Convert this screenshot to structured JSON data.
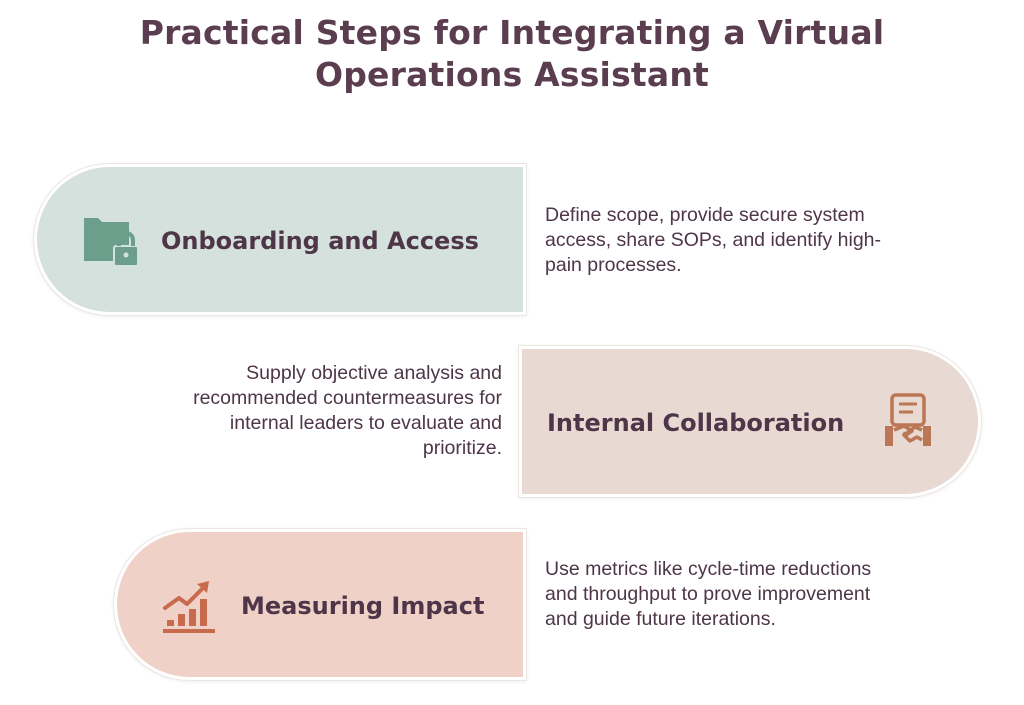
{
  "title": "Practical Steps for Integrating a Virtual Operations Assistant",
  "steps": [
    {
      "label": "Onboarding and Access",
      "description": "Define scope, provide secure system access, share SOPs, and identify high-pain processes.",
      "icon": "folder-lock-icon",
      "color": "#d4e1dd",
      "icon_color": "#6b9f8c"
    },
    {
      "label": "Internal Collaboration",
      "description": "Supply objective analysis and recommended countermeasures for internal leaders to evaluate and prioritize.",
      "icon": "handshake-document-icon",
      "color": "#e8d9d3",
      "icon_color": "#bb7656"
    },
    {
      "label": "Measuring Impact",
      "description": "Use metrics like cycle-time reductions and throughput to prove improvement and guide future iterations.",
      "icon": "growth-chart-icon",
      "color": "#efd1c8",
      "icon_color": "#c86a4c"
    }
  ]
}
